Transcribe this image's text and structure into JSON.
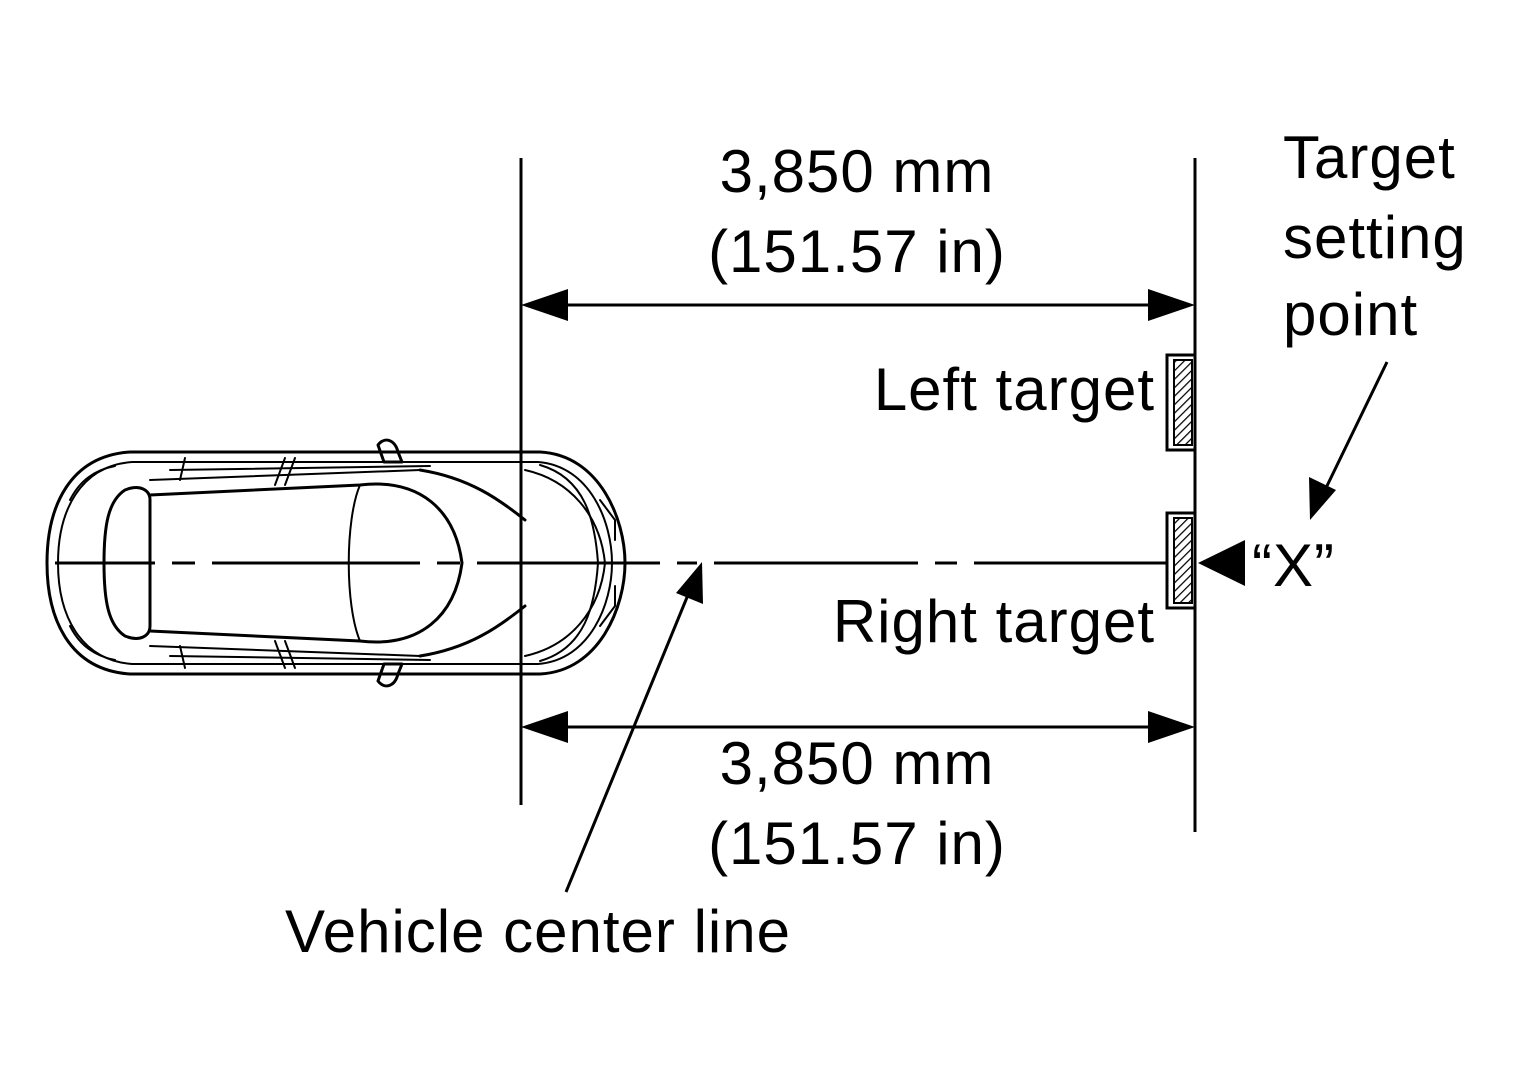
{
  "labels": {
    "top_distance_mm": "3,850 mm",
    "top_distance_in": "(151.57 in)",
    "bottom_distance_mm": "3,850 mm",
    "bottom_distance_in": "(151.57 in)",
    "setting_point_line1": "Target",
    "setting_point_line2": "setting",
    "setting_point_line3": "point",
    "left_target": "Left target",
    "right_target": "Right target",
    "x_marker": "“X”",
    "center_line": "Vehicle center line"
  }
}
